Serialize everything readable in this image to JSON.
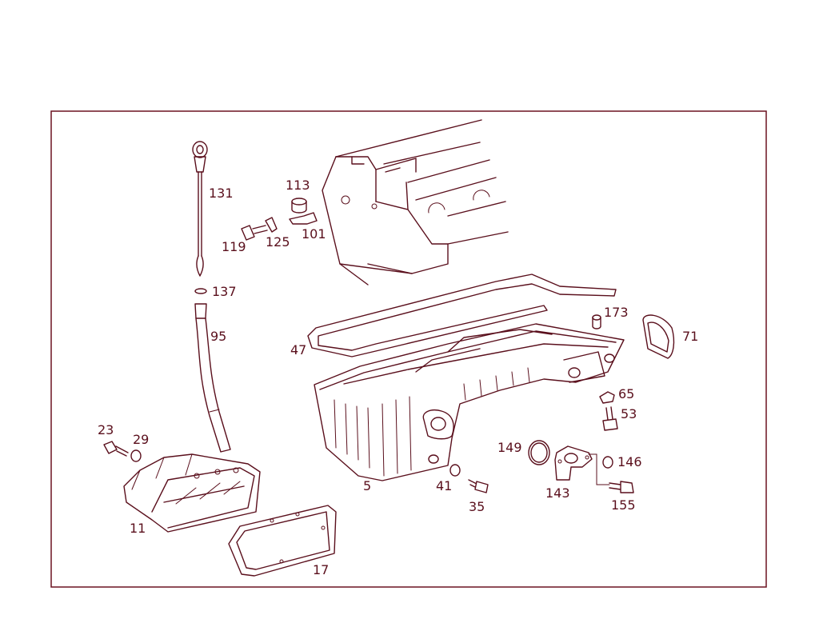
{
  "colors": {
    "line": "#5a0f1c",
    "frame": "#6b1220",
    "background": "#ffffff"
  },
  "callouts": {
    "c5": "5",
    "c11": "11",
    "c17": "17",
    "c23": "23",
    "c29": "29",
    "c35": "35",
    "c41": "41",
    "c47": "47",
    "c53": "53",
    "c65": "65",
    "c71": "71",
    "c95": "95",
    "c101": "101",
    "c113": "113",
    "c119": "119",
    "c125": "125",
    "c131": "131",
    "c137": "137",
    "c143": "143",
    "c146": "146",
    "c149": "149",
    "c155": "155",
    "c173": "173"
  }
}
